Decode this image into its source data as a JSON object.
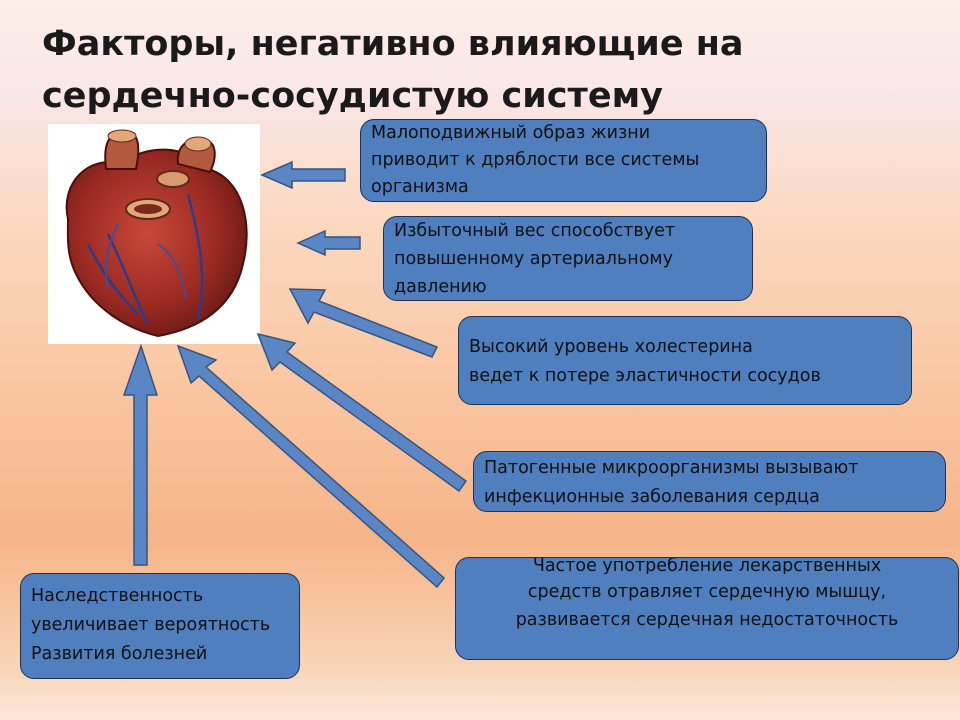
{
  "title": {
    "line1": "Факторы, негативно влияющие на",
    "line2": "сердечно-сосудистую систему"
  },
  "colors": {
    "box_fill": "#4f7fbf",
    "box_border": "#1f3354",
    "arrow_fill": "#5b86c5",
    "arrow_stroke": "#35557f",
    "heart": "#9a2a22"
  },
  "factors": [
    {
      "lines": [
        "Малоподвижный образ жизни",
        "приводит к дряблости все системы",
        "организма"
      ]
    },
    {
      "lines": [
        "Избыточный вес способствует",
        " повышенному артериальному",
        "давлению"
      ]
    },
    {
      "lines": [
        " Высокий уровень холестерина",
        "ведет к потере эластичности сосудов"
      ]
    },
    {
      "lines": [
        " Патогенные микроорганизмы вызывают",
        "инфекционные заболевания сердца"
      ]
    },
    {
      "lines": [
        "Частое употребление лекарственных",
        "средств отравляет сердечную мышцу,",
        "развивается сердечная недостаточность"
      ]
    },
    {
      "lines": [
        "Наследственность",
        "увеличивает  вероятность",
        "Развития болезней"
      ]
    }
  ],
  "image": {
    "icon": "heart-icon"
  }
}
